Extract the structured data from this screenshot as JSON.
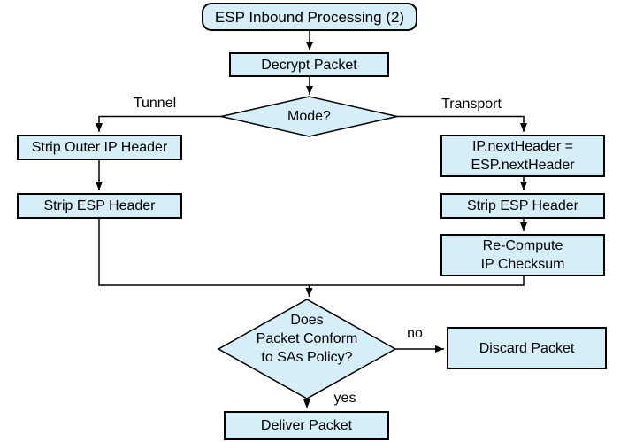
{
  "diagram": {
    "nodes": {
      "start": "ESP Inbound Processing (2)",
      "decrypt": "Decrypt Packet",
      "mode": "Mode?",
      "strip_outer_ip": "Strip Outer IP Header",
      "strip_esp_tunnel": "Strip ESP Header",
      "set_next_header": "IP.nextHeader =\nESP.nextHeader",
      "strip_esp_transport": "Strip ESP Header",
      "recompute_checksum": "Re-Compute\nIP Checksum",
      "policy_check": "Does\nPacket Conform\nto SAs Policy?",
      "discard": "Discard Packet",
      "deliver": "Deliver Packet"
    },
    "edge_labels": {
      "tunnel": "Tunnel",
      "transport": "Transport",
      "no": "no",
      "yes": "yes"
    },
    "colors": {
      "node_fill": "#d6eef8",
      "node_border": "#000000",
      "connector": "#000000",
      "canvas_bg": "#ffffff",
      "text_color": "#000000"
    }
  }
}
